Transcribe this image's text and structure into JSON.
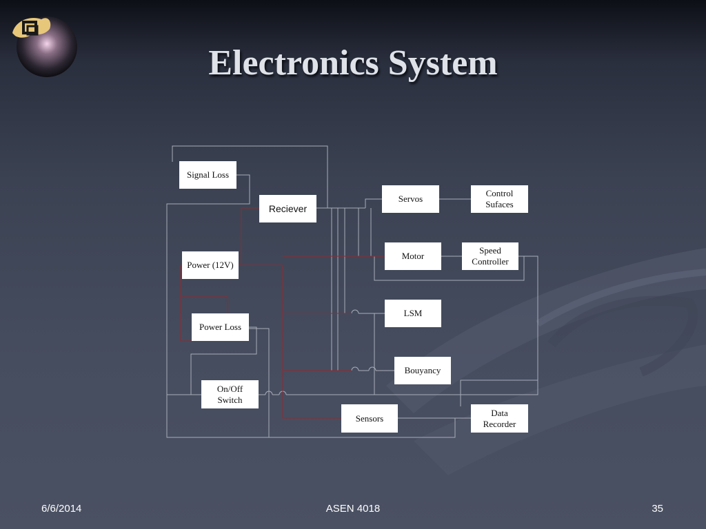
{
  "title": "Electronics System",
  "logo": {
    "icon": "cu-buffalo-logo-icon"
  },
  "diagram": {
    "nodes": {
      "signal_loss": "Signal Loss",
      "receiver": "Reciever",
      "servos": "Servos",
      "control_surfaces_1": "Control",
      "control_surfaces_2": "Sufaces",
      "motor": "Motor",
      "speed_controller_1": "Speed",
      "speed_controller_2": "Controller",
      "power": "Power (12V)",
      "lsm": "LSM",
      "power_loss": "Power Loss",
      "buoyancy": "Bouyancy",
      "onoff_1": "On/Off",
      "onoff_2": "Switch",
      "sensors": "Sensors",
      "data_recorder_1": "Data",
      "data_recorder_2": "Recorder"
    },
    "colors": {
      "wire": "#a9adb8",
      "power_wire": "#8c2b33",
      "box": "#ffffff"
    }
  },
  "footer": {
    "date": "6/6/2014",
    "course": "ASEN 4018",
    "page": "35"
  }
}
